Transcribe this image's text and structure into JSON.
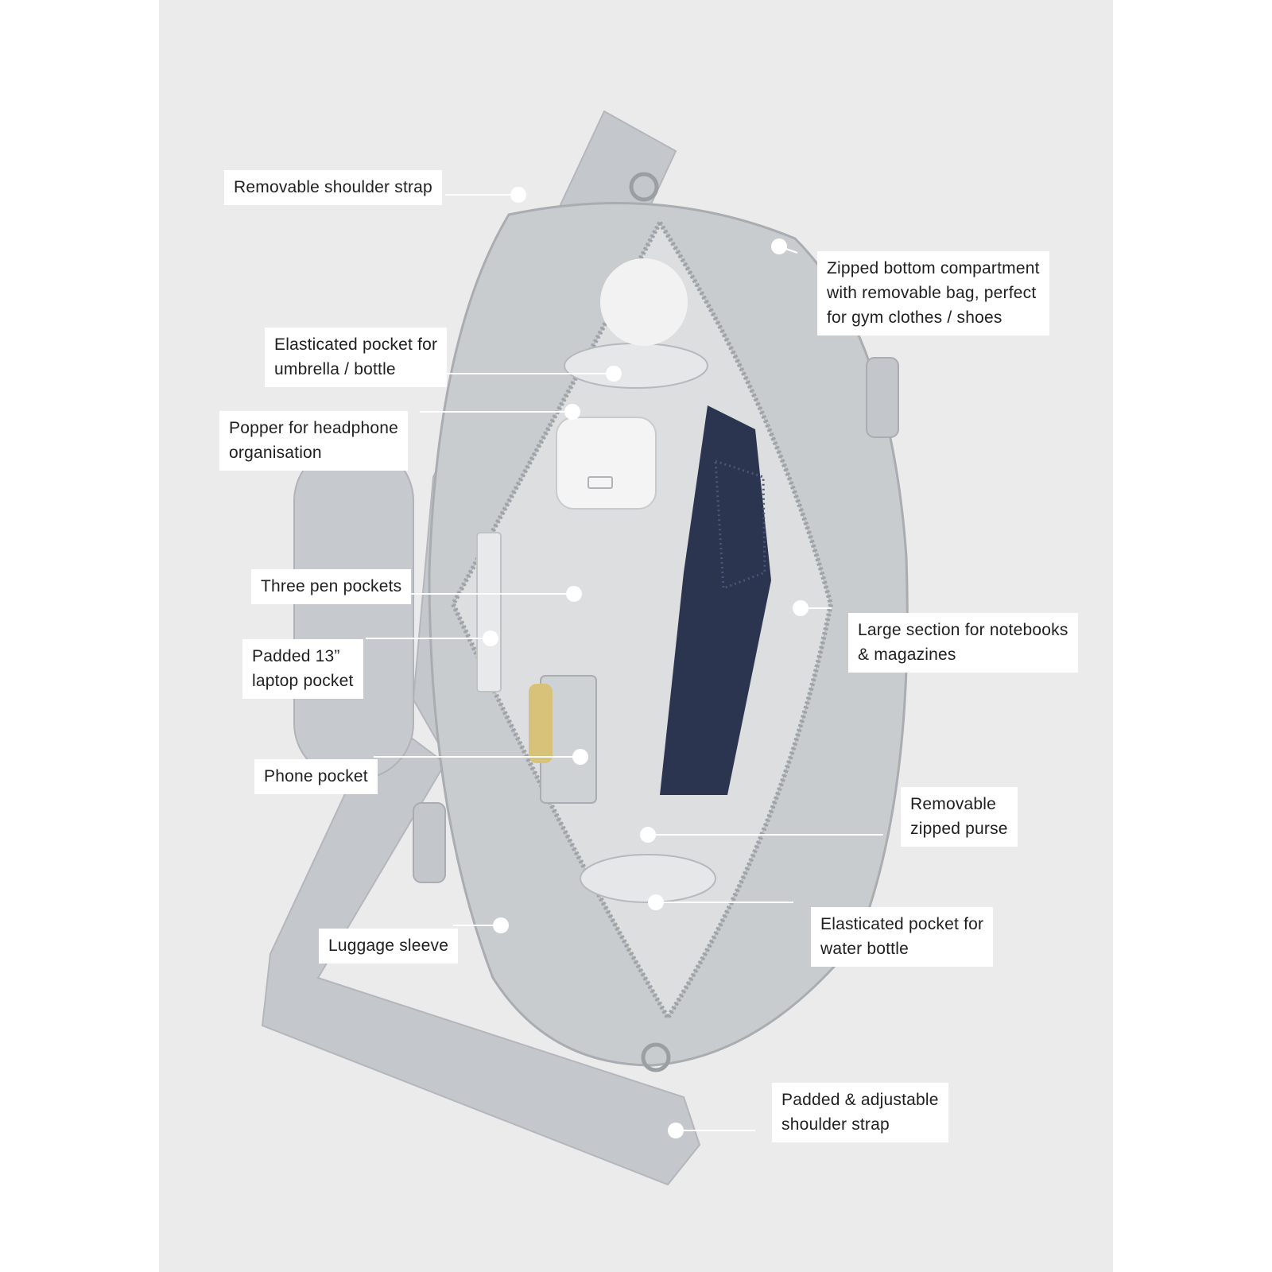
{
  "labels": [
    {
      "id": "shoulder-strap",
      "text": "Removable shoulder strap"
    },
    {
      "id": "bottom-compartment",
      "text": "Zipped bottom compartment\nwith removable bag, perfect\nfor gym clothes / shoes"
    },
    {
      "id": "umbrella-pocket",
      "text": "Elasticated pocket for\numbrella / bottle"
    },
    {
      "id": "headphone-popper",
      "text": "Popper for headphone\norganisation"
    },
    {
      "id": "pen-pockets",
      "text": "Three pen pockets"
    },
    {
      "id": "laptop-pocket",
      "text": "Padded 13”\nlaptop pocket"
    },
    {
      "id": "notebook-section",
      "text": "Large section for notebooks\n& magazines"
    },
    {
      "id": "phone-pocket",
      "text": "Phone pocket"
    },
    {
      "id": "zipped-purse",
      "text": "Removable\nzipped purse"
    },
    {
      "id": "water-bottle-pocket",
      "text": "Elasticated pocket for\nwater bottle"
    },
    {
      "id": "luggage-sleeve",
      "text": "Luggage sleeve"
    },
    {
      "id": "adjustable-strap",
      "text": "Padded & adjustable\nshoulder strap"
    }
  ],
  "colors": {
    "background": "#ebebeb",
    "bag": "#c9cccf",
    "bag_shadow": "#aeb2b6",
    "lining": "#dcdee0",
    "label_bg": "#ffffff",
    "text": "#1f1f1f",
    "brush": "#2b3550"
  }
}
